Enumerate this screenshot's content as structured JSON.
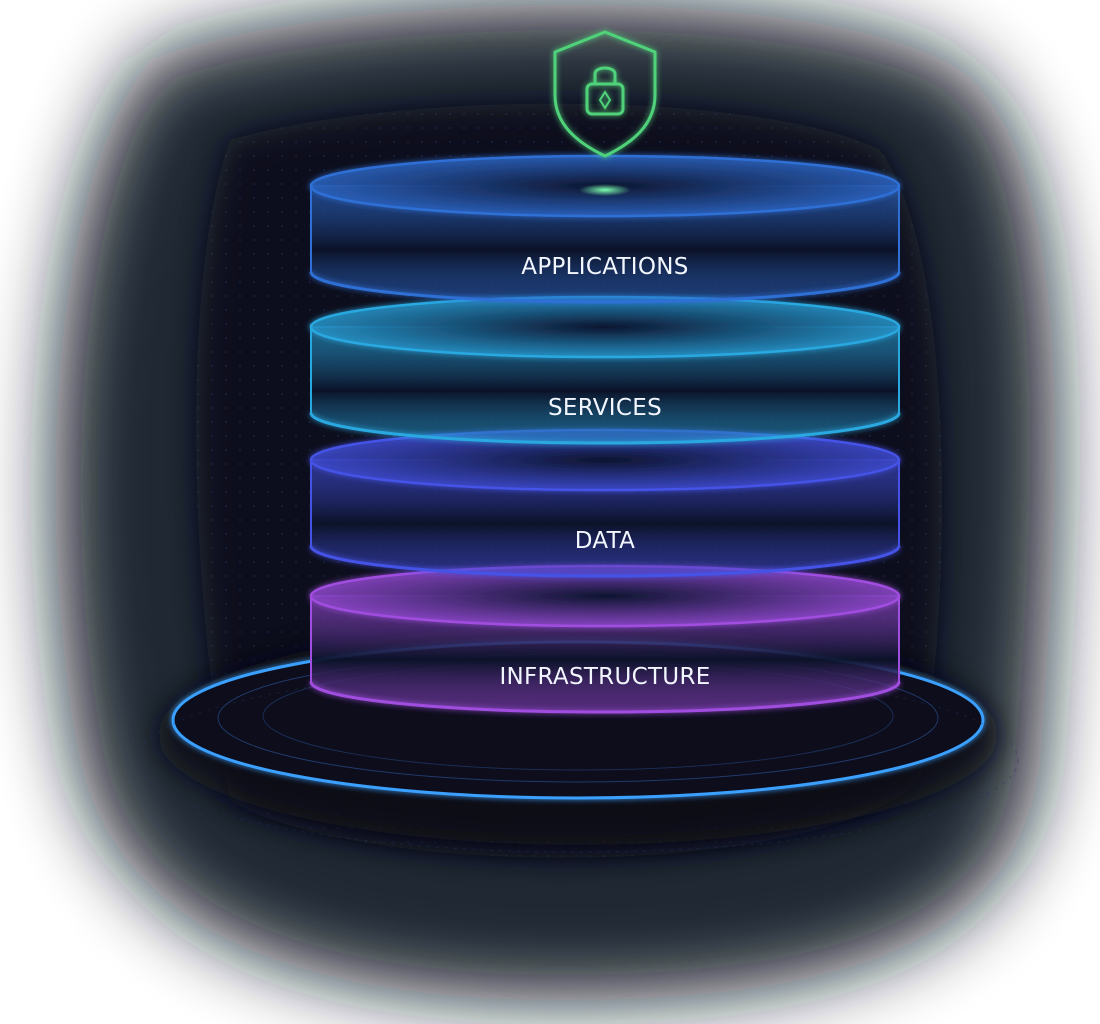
{
  "diagram": {
    "top_icon": "shield-lock-icon",
    "layers": [
      {
        "label": "APPLICATIONS",
        "color": "#2f6fd6"
      },
      {
        "label": "SERVICES",
        "color": "#29a8e0"
      },
      {
        "label": "DATA",
        "color": "#4552e6"
      },
      {
        "label": "INFRASTRUCTURE",
        "color": "#a04ee0"
      }
    ],
    "colors": {
      "shield": "#4fd27a",
      "base_ring": "#3aa0ff",
      "background": "#0b0f1d"
    }
  }
}
